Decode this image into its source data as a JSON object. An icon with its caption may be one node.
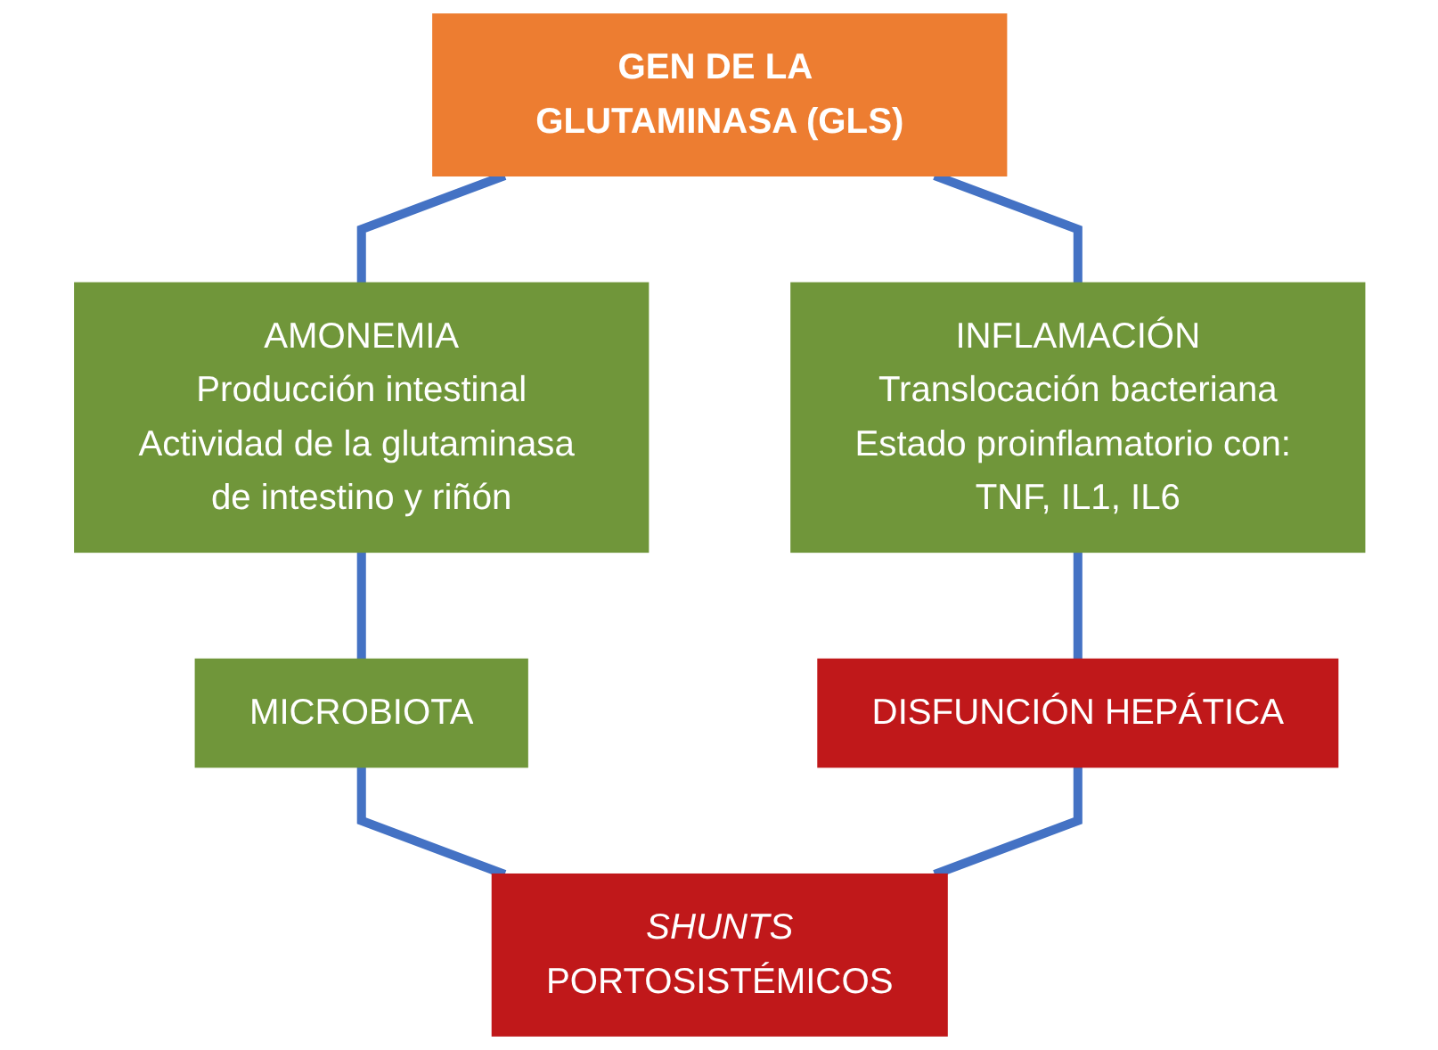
{
  "diagram": {
    "nodes": [
      {
        "text": [
          "GEN DE LA GLUTAMINASA (GLS)"
        ]
      },
      {
        "text": [
          "AMONEMIA",
          "Producción intestinal",
          "Actividad de la glutaminasa de intestino y riñón"
        ]
      },
      {
        "text": [
          "INFLAMACIÓN",
          "Translocación bacteriana",
          "Estado proinflamatorio con: TNF, IL1, IL6"
        ]
      },
      {
        "text": [
          "MICROBIOTA"
        ]
      },
      {
        "text": [
          "SHUNTS",
          "PORTOSISTÉMICOS"
        ]
      },
      {
        "text": [
          "DISFUNCIÓN HEPÁTICA"
        ]
      }
    ],
    "edges": [
      {
        "from": 0,
        "to": 1,
        "arrow": "none"
      },
      {
        "from": 0,
        "to": 2,
        "arrow": "none"
      },
      {
        "from": 1,
        "to": 3,
        "arrow": "none"
      },
      {
        "from": 3,
        "to": 4,
        "arrow": "none"
      },
      {
        "from": 5,
        "to": 4,
        "arrow": "none"
      },
      {
        "from": 2,
        "to": 5,
        "arrow": "none"
      }
    ]
  }
}
